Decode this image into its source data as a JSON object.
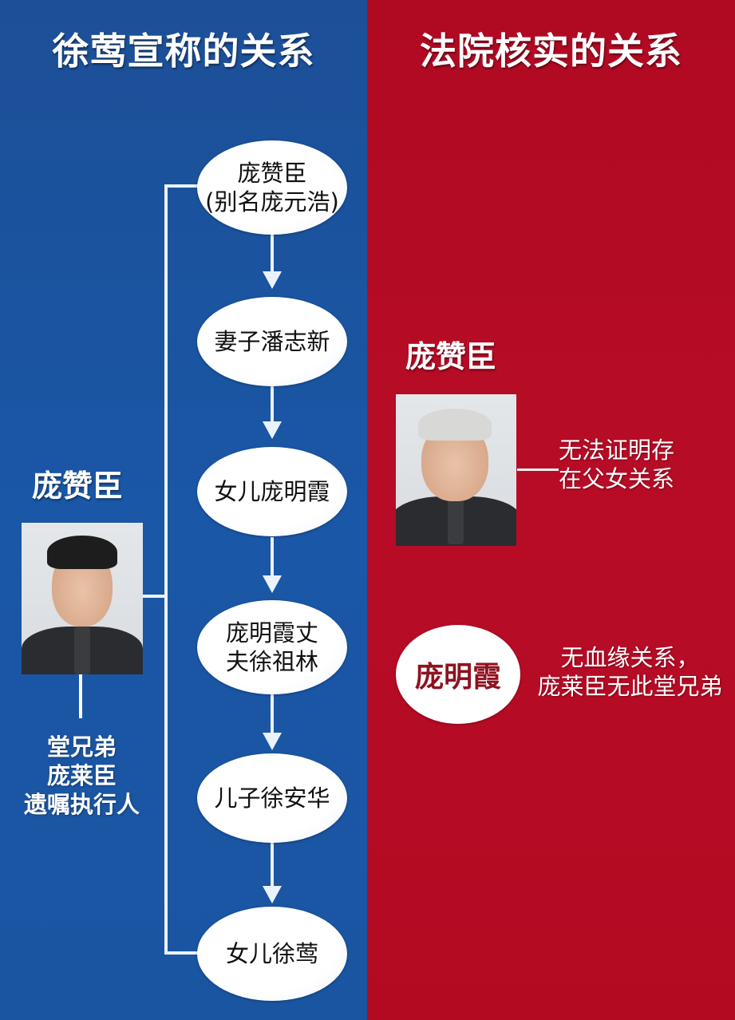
{
  "colors": {
    "left_panel": "#1a55a2",
    "right_panel": "#b50b24",
    "oval_fill": "#ffffff",
    "connector": "#eaf2fb",
    "red_oval_text": "#8f1220"
  },
  "left": {
    "title": "徐莺宣称的关系",
    "chain": [
      {
        "label": "庞赞臣\n(别名庞元浩)"
      },
      {
        "label": "妻子潘志新"
      },
      {
        "label": "女儿庞明霞"
      },
      {
        "label": "庞明霞丈\n夫徐祖林"
      },
      {
        "label": "儿子徐安华"
      },
      {
        "label": "女儿徐莺"
      }
    ],
    "side_person": {
      "name": "庞赞臣",
      "photo_icon": "portrait-photo",
      "caption_lines": [
        "堂兄弟",
        "庞莱臣",
        "遗嘱执行人"
      ]
    }
  },
  "right": {
    "title": "法院核实的关系",
    "person": {
      "name": "庞赞臣",
      "photo_icon": "portrait-photo",
      "note_lines": [
        "无法证明存",
        "在父女关系"
      ]
    },
    "oval": {
      "label": "庞明霞",
      "note_lines": [
        "无血缘关系，",
        "庞莱臣无此堂兄弟"
      ]
    }
  }
}
